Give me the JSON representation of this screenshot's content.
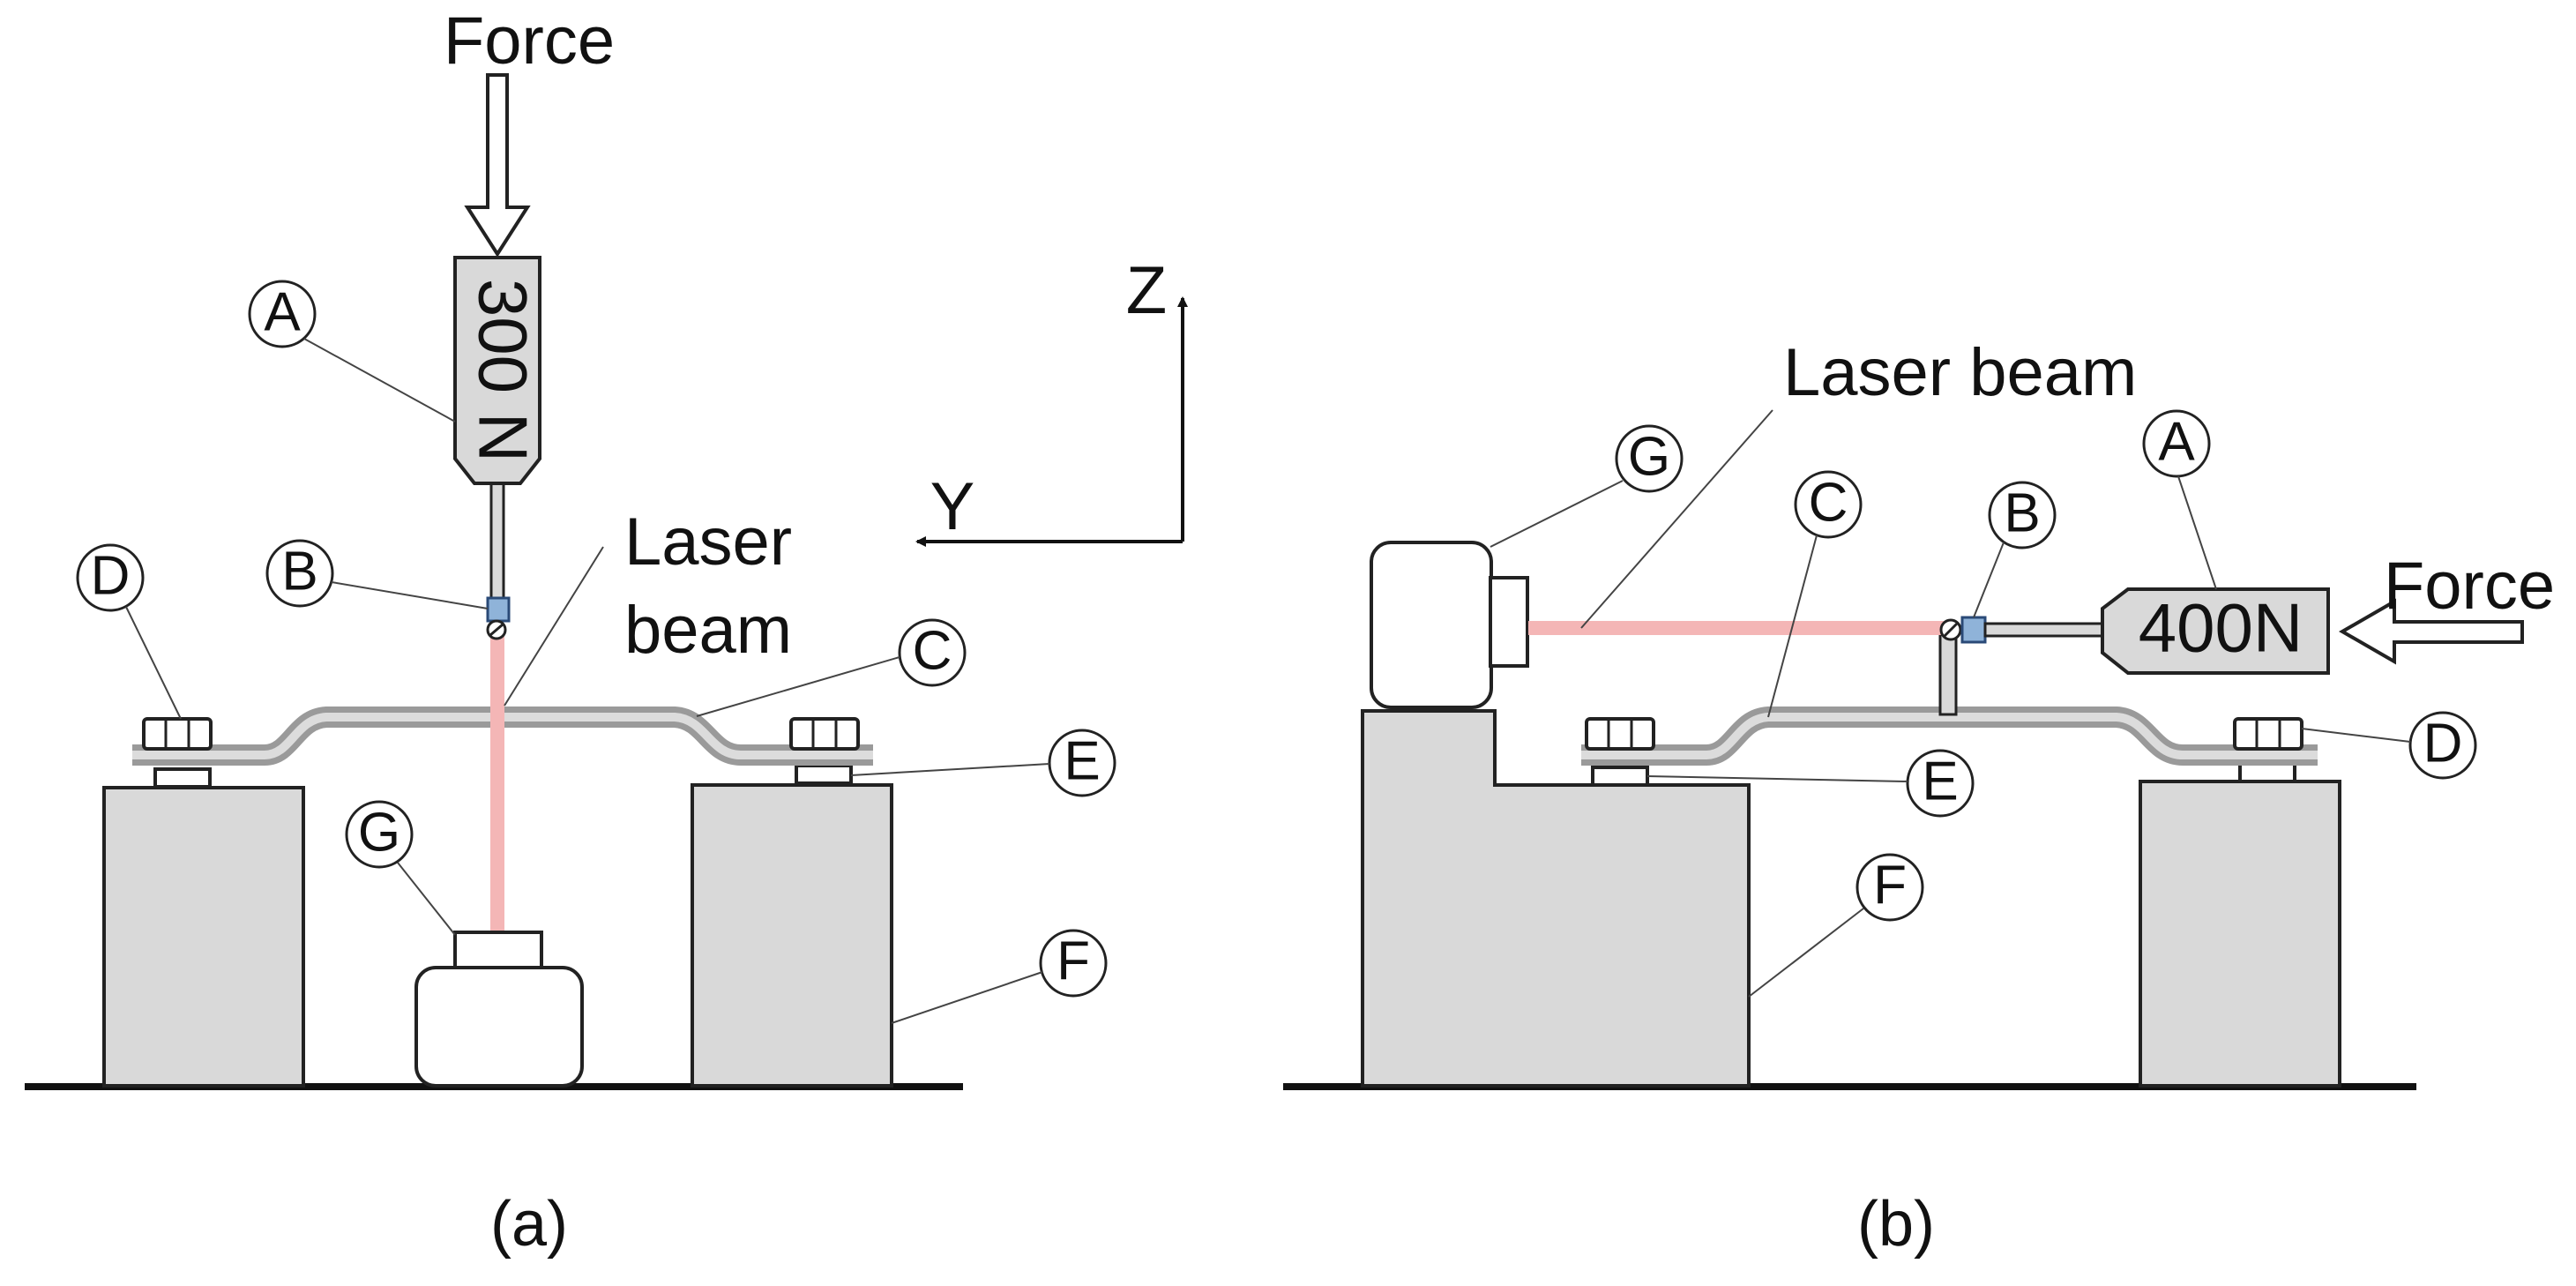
{
  "panels": [
    {
      "id": "a",
      "caption": "(a)",
      "force_label": "Force",
      "gauge_reading": "300 N",
      "laser_label_line1": "Laser",
      "laser_label_line2": "beam",
      "markers": {
        "A": "A",
        "B": "B",
        "C": "C",
        "D": "D",
        "E": "E",
        "F": "F",
        "G": "G"
      }
    },
    {
      "id": "b",
      "caption": "(b)",
      "force_label": "Force",
      "gauge_reading": "400N",
      "laser_label": "Laser beam",
      "markers": {
        "A": "A",
        "B": "B",
        "C": "C",
        "D": "D",
        "E": "E",
        "F": "F",
        "G": "G"
      }
    }
  ],
  "axes": {
    "z": "Z",
    "y": "Y"
  },
  "colors": {
    "block_fill": "#d9d9d9",
    "outline": "#222222",
    "laser": "#f4b6b6",
    "sensor_fill": "#ffffff",
    "clamp_blue": "#8fb3d9",
    "specimen": "#b8b8b8"
  }
}
